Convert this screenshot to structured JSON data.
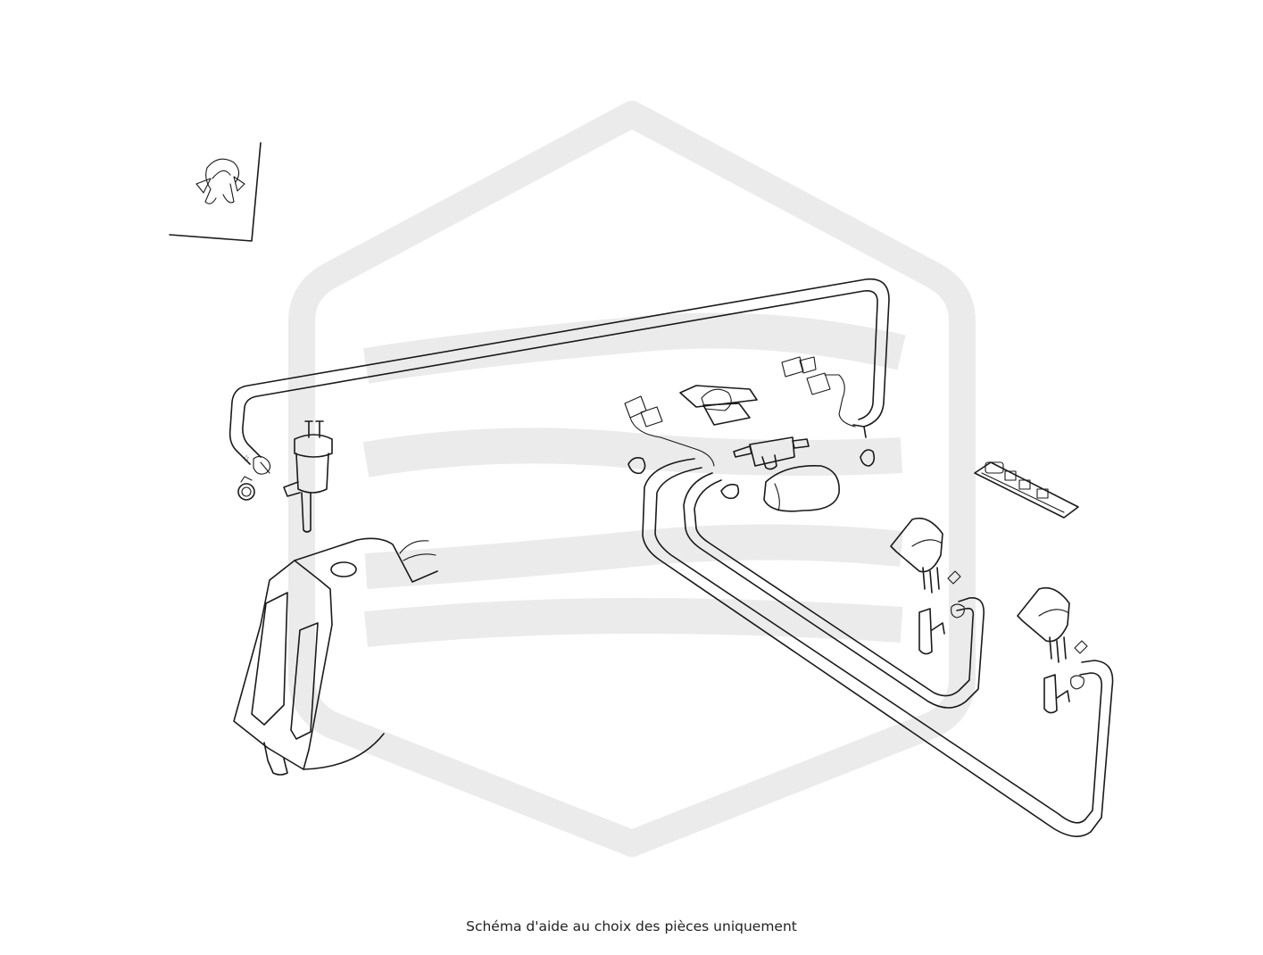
{
  "caption": "Schéma d'aide au choix des pièces uniquement",
  "diagram": {
    "type": "exploded parts diagram",
    "parts": [
      "hose-clip-inset",
      "washer-pump",
      "washer-reservoir",
      "washer-hose",
      "check-valve",
      "hose-connectors",
      "hose-clamps",
      "foam-sleeve",
      "label-plate",
      "washer-nozzle-left",
      "washer-nozzle-right"
    ],
    "watermark": "brand-logo",
    "line_color": "#1a1a1a",
    "watermark_color": "#ebebeb"
  }
}
